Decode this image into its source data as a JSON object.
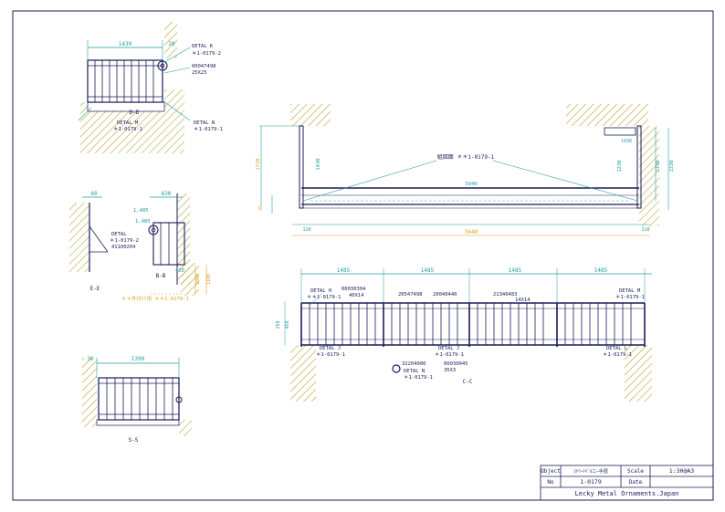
{
  "colors": {
    "dim": "#1f9e9e",
    "structure": "#1b1b5a",
    "wall": "#b8a23a",
    "note": "#d8a028"
  },
  "views": {
    "d": {
      "caption": "D-D",
      "width": "1430",
      "gap": "20",
      "detail_k": "DETAL K",
      "ref_k": "＊1-0179-2",
      "part1": "00047498",
      "part2": "25X25",
      "detail_m": "DETAL M",
      "ref_m": "＊1-0179-1",
      "detail_n": "DETAL N",
      "ref_n": "＊1-0179-1"
    },
    "e": {
      "caption": "E-E",
      "gap": "60",
      "detail": "DETAL",
      "ref": "＊1-0179-2",
      "part": "41100204"
    },
    "b": {
      "caption": "B-B",
      "width": "630",
      "dim_a": "1,485",
      "dim_b": "1,485",
      "dim_c": "450",
      "side1": "1000",
      "side2": "1100",
      "note": "＊＊外付け用 ＊＊1-0179-1"
    },
    "s": {
      "caption": "S-S",
      "width": "1390",
      "gap": "30"
    },
    "top": {
      "detail_label": "組図面 ＊＊1-0179-1",
      "total": "5940",
      "overall": "5640",
      "h_left1": "1710",
      "h_left2": "1430",
      "h_right1": "1230",
      "h_right2": "1330",
      "h_right3": "1330",
      "dim_small1": "1430",
      "end1": "110",
      "end2": "110",
      "tick": "35"
    },
    "c": {
      "caption": "C-C",
      "span1": "1485",
      "span2": "1485",
      "span3": "1485",
      "span4": "1485",
      "h_left": "450",
      "h_left2": "250",
      "detail_h": "DETAL H",
      "ref_h": "＊＊1-0179-1",
      "part_h1": "00030304",
      "part_h2": "40X14",
      "part_2": "20547498",
      "part_3": "20040440",
      "part_4": "21340483",
      "part_4b": "14X14",
      "detail_m": "DETAL M",
      "ref_m": "＊1-0179-1",
      "detail_j": "DETAL J",
      "ref_j": "＊1-0179-1",
      "detail_j2": "DETAL J",
      "ref_j2": "＊1-0179-1",
      "detail_l": "DETAL L",
      "ref_l": "＊1-0179-1",
      "detail_n": "DETAL N",
      "ref_n": "＊1-0179-1",
      "part_n1": "32204000",
      "part_n2": "00030045",
      "part_n3": "35X3"
    }
  },
  "title_block": {
    "object_label": "Object",
    "object_value": "ｽﾄﾘｰﾄﾍﾞﾙｺﾆｰ手摺",
    "scale_label": "Scale",
    "scale_value": "1:30@A3",
    "no_label": "No",
    "no_value": "1-0179",
    "date_label": "Date",
    "date_value": "",
    "company": "Lecky Metal Ornaments.Japan"
  }
}
